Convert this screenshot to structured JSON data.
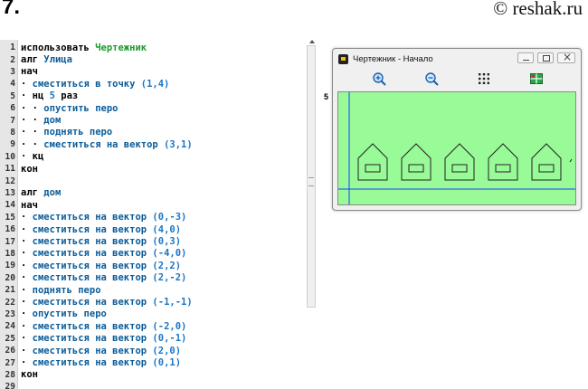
{
  "header": {
    "task_number": "7.",
    "site": "© reshak.ru"
  },
  "editor": {
    "lines": [
      {
        "n": "1",
        "parts": [
          [
            "kw",
            "использовать "
          ],
          [
            "nm-green",
            "Чертежник"
          ]
        ]
      },
      {
        "n": "2",
        "parts": [
          [
            "kw",
            "алг "
          ],
          [
            "nm",
            "Улица"
          ]
        ]
      },
      {
        "n": "3",
        "parts": [
          [
            "kw",
            "нач"
          ]
        ]
      },
      {
        "n": "4",
        "parts": [
          [
            "kw",
            "· "
          ],
          [
            "nm",
            "сместиться в точку "
          ],
          [
            "num",
            "(1,4)"
          ]
        ]
      },
      {
        "n": "5",
        "parts": [
          [
            "kw",
            "· нц "
          ],
          [
            "num",
            "5"
          ],
          [
            "kw",
            " раз"
          ]
        ]
      },
      {
        "n": "6",
        "parts": [
          [
            "kw",
            "· · "
          ],
          [
            "nm",
            "опустить перо"
          ]
        ]
      },
      {
        "n": "7",
        "parts": [
          [
            "kw",
            "· · "
          ],
          [
            "nm",
            "дом"
          ]
        ]
      },
      {
        "n": "8",
        "parts": [
          [
            "kw",
            "· · "
          ],
          [
            "nm",
            "поднять перо"
          ]
        ]
      },
      {
        "n": "9",
        "parts": [
          [
            "kw",
            "· · "
          ],
          [
            "nm",
            "сместиться на вектор "
          ],
          [
            "num",
            "(3,1)"
          ]
        ]
      },
      {
        "n": "10",
        "parts": [
          [
            "kw",
            "· кц"
          ]
        ]
      },
      {
        "n": "11",
        "parts": [
          [
            "kw",
            "кон"
          ]
        ]
      },
      {
        "n": "12",
        "parts": []
      },
      {
        "n": "13",
        "parts": [
          [
            "kw",
            "алг "
          ],
          [
            "nm",
            "дом"
          ]
        ]
      },
      {
        "n": "14",
        "parts": [
          [
            "kw",
            "нач"
          ]
        ]
      },
      {
        "n": "15",
        "parts": [
          [
            "kw",
            "· "
          ],
          [
            "nm",
            "сместиться на вектор "
          ],
          [
            "num",
            "(0,-3)"
          ]
        ]
      },
      {
        "n": "16",
        "parts": [
          [
            "kw",
            "· "
          ],
          [
            "nm",
            "сместиться на вектор "
          ],
          [
            "num",
            "(4,0)"
          ]
        ]
      },
      {
        "n": "17",
        "parts": [
          [
            "kw",
            "· "
          ],
          [
            "nm",
            "сместиться на вектор "
          ],
          [
            "num",
            "(0,3)"
          ]
        ]
      },
      {
        "n": "18",
        "parts": [
          [
            "kw",
            "· "
          ],
          [
            "nm",
            "сместиться на вектор "
          ],
          [
            "num",
            "(-4,0)"
          ]
        ]
      },
      {
        "n": "19",
        "parts": [
          [
            "kw",
            "· "
          ],
          [
            "nm",
            "сместиться на вектор "
          ],
          [
            "num",
            "(2,2)"
          ]
        ]
      },
      {
        "n": "20",
        "parts": [
          [
            "kw",
            "· "
          ],
          [
            "nm",
            "сместиться на вектор "
          ],
          [
            "num",
            "(2,-2)"
          ]
        ]
      },
      {
        "n": "21",
        "parts": [
          [
            "kw",
            "· "
          ],
          [
            "nm",
            "поднять перо"
          ]
        ]
      },
      {
        "n": "22",
        "parts": [
          [
            "kw",
            "· "
          ],
          [
            "nm",
            "сместиться на вектор "
          ],
          [
            "num",
            "(-1,-1)"
          ]
        ]
      },
      {
        "n": "23",
        "parts": [
          [
            "kw",
            "· "
          ],
          [
            "nm",
            "опустить перо"
          ]
        ]
      },
      {
        "n": "24",
        "parts": [
          [
            "kw",
            "· "
          ],
          [
            "nm",
            "сместиться на вектор "
          ],
          [
            "num",
            "(-2,0)"
          ]
        ]
      },
      {
        "n": "25",
        "parts": [
          [
            "kw",
            "· "
          ],
          [
            "nm",
            "сместиться на вектор "
          ],
          [
            "num",
            "(0,-1)"
          ]
        ]
      },
      {
        "n": "26",
        "parts": [
          [
            "kw",
            "· "
          ],
          [
            "nm",
            "сместиться на вектор "
          ],
          [
            "num",
            "(2,0)"
          ]
        ]
      },
      {
        "n": "27",
        "parts": [
          [
            "kw",
            "· "
          ],
          [
            "nm",
            "сместиться на вектор "
          ],
          [
            "num",
            "(0,1)"
          ]
        ]
      },
      {
        "n": "28",
        "parts": [
          [
            "kw",
            "кон"
          ]
        ]
      },
      {
        "n": "29",
        "parts": []
      }
    ]
  },
  "drawer_window": {
    "title": "Чертежник - Начало",
    "toolbar": [
      "zoom-in-icon",
      "zoom-out-icon",
      "grid-icon",
      "fit-icon"
    ],
    "canvas_bg": "#98fb98",
    "axis_color": "#1e3cff",
    "y_axis_tick_label": "5",
    "houses_count": 5
  },
  "colors": {
    "keyword": "#000000",
    "name": "#0a5c9a",
    "import_name": "#1c9a2e",
    "number": "#1a75c7"
  }
}
